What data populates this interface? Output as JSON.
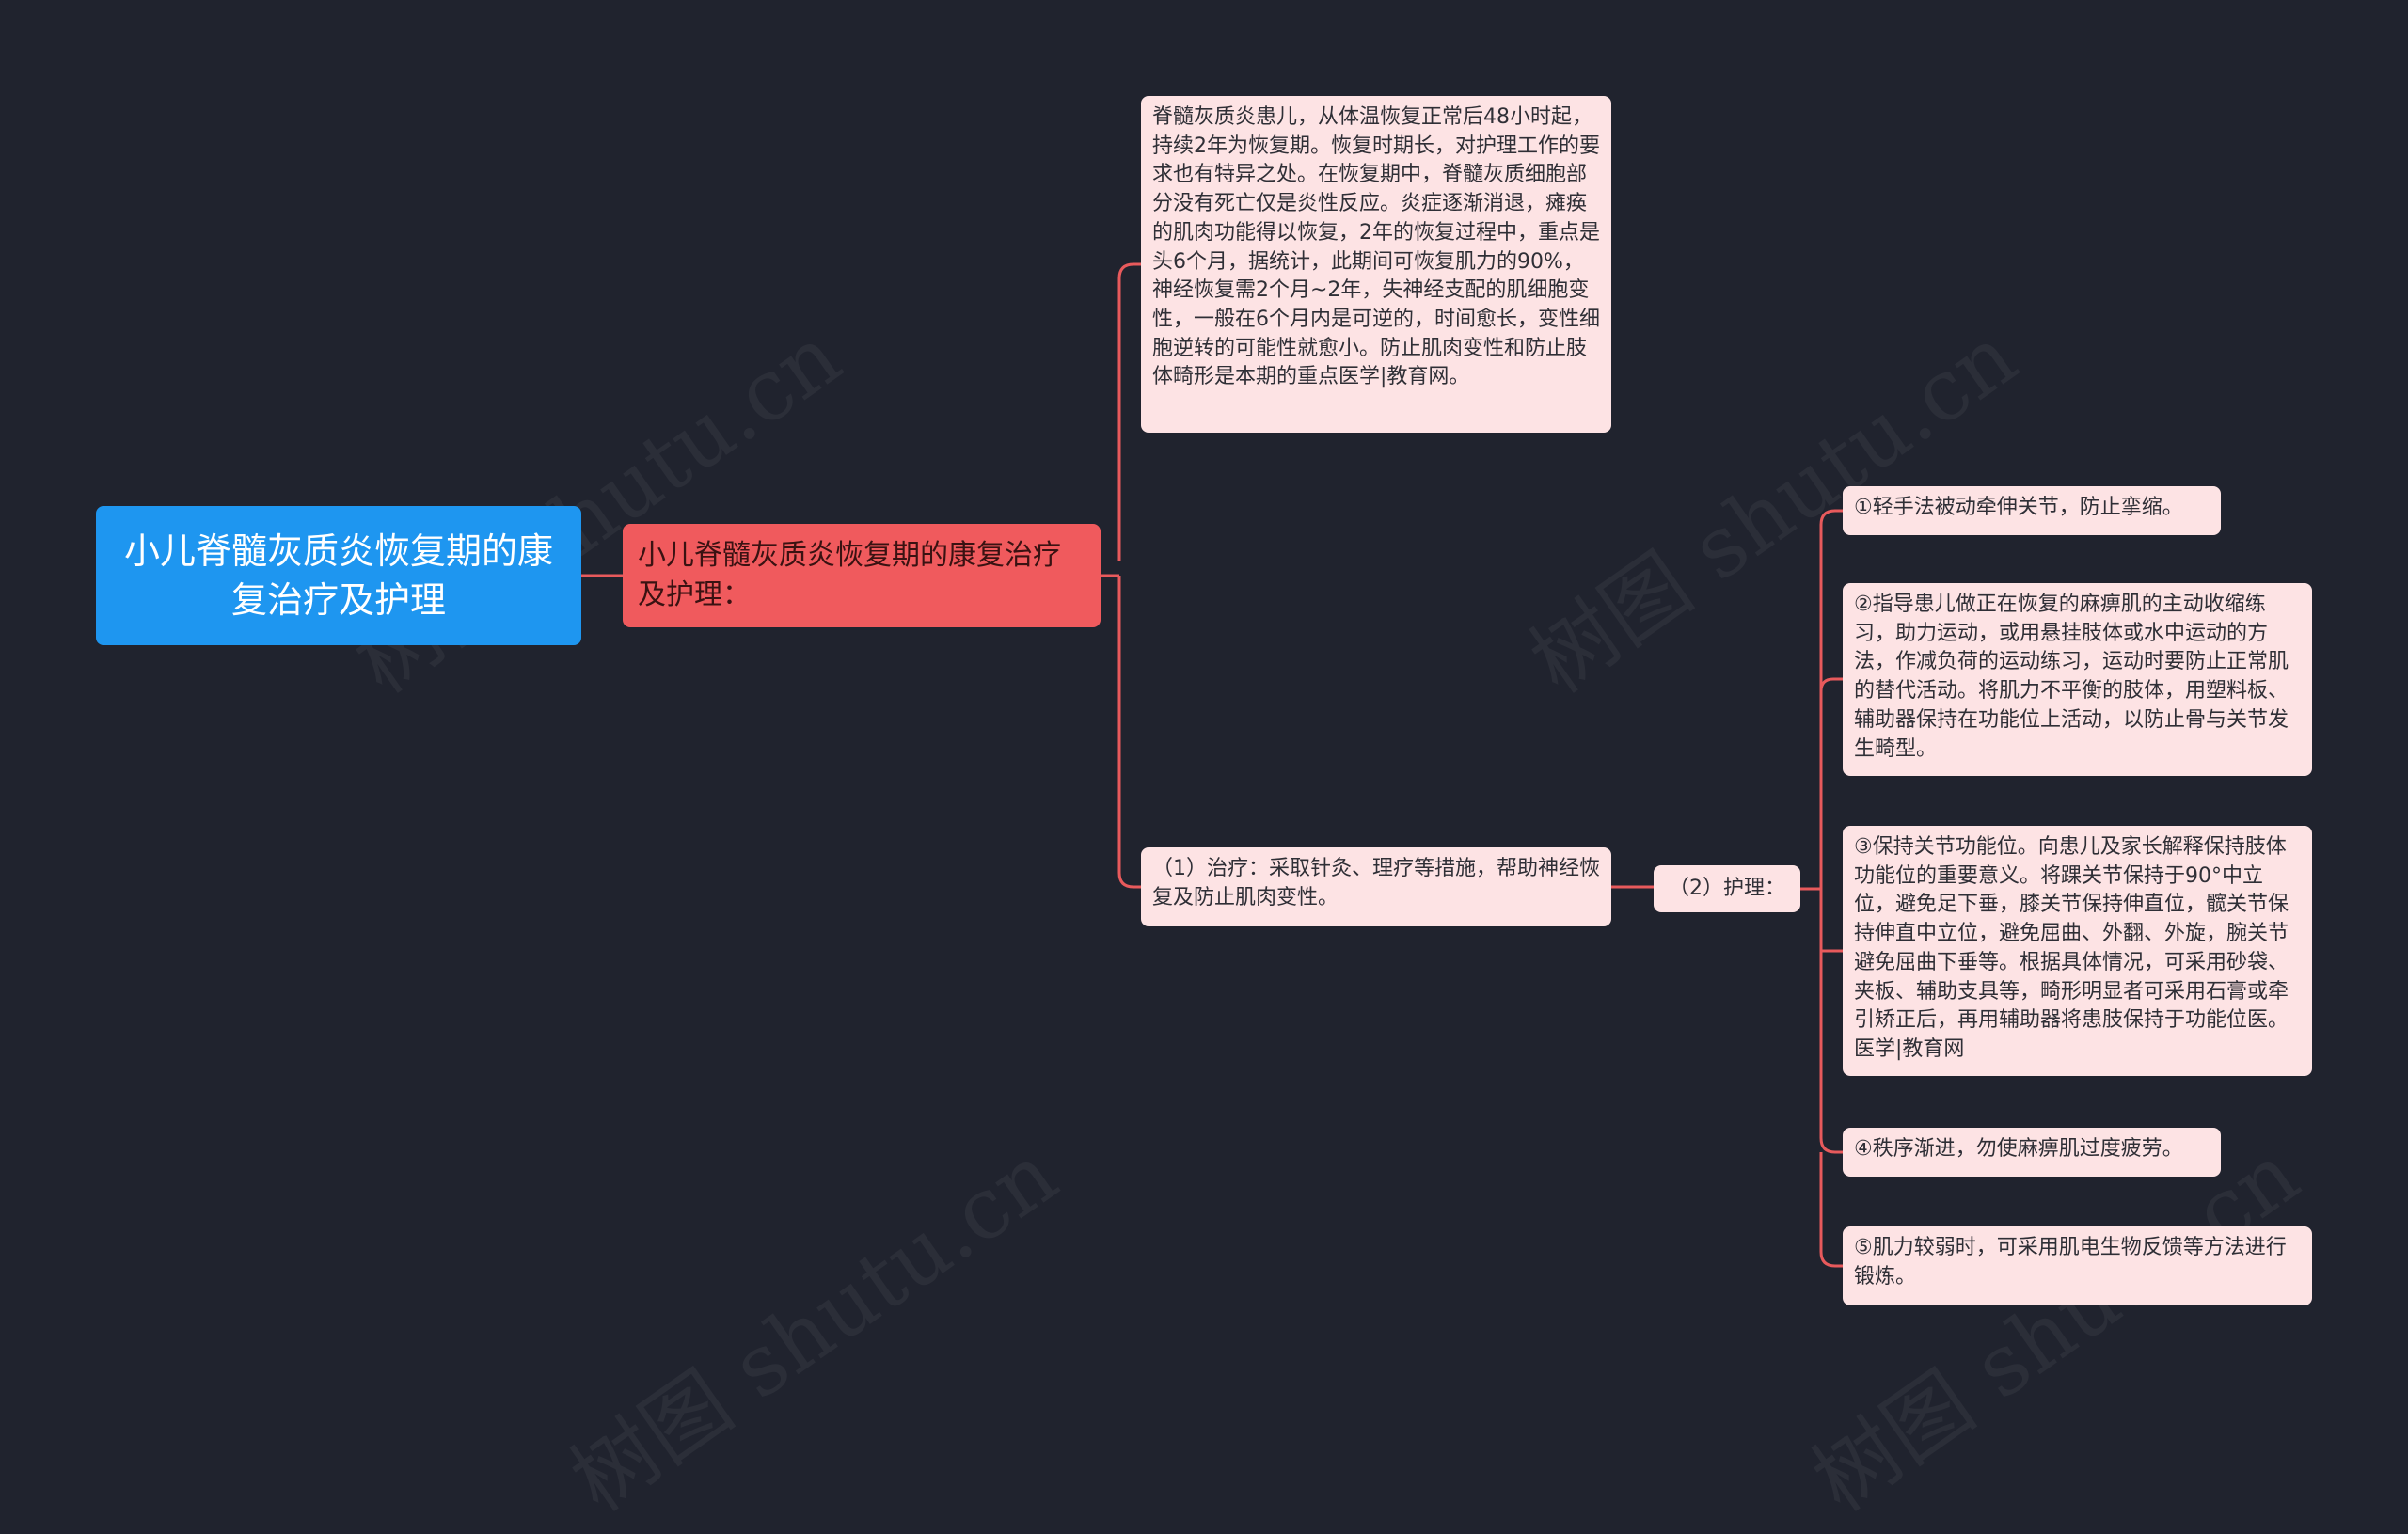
{
  "colors": {
    "background": "#20232e",
    "root": "#1e96f0",
    "main": "#f05a5d",
    "leaf": "#fde3e4",
    "connector": "#e85a5c"
  },
  "watermark": "树图 shutu.cn",
  "root": {
    "text": "小儿脊髓灰质炎恢复期的康复治疗及护理"
  },
  "main": {
    "text": "小儿脊髓灰质炎恢复期的康复治疗及护理："
  },
  "intro": {
    "text": "脊髓灰质炎患儿，从体温恢复正常后48小时起，持续2年为恢复期。恢复时期长，对护理工作的要求也有特异之处。在恢复期中，脊髓灰质细胞部分没有死亡仅是炎性反应。炎症逐渐消退，瘫痪的肌肉功能得以恢复，2年的恢复过程中，重点是头6个月，据统计，此期间可恢复肌力的90%，神经恢复需2个月~2年，失神经支配的肌细胞变性，一般在6个月内是可逆的，时间愈长，变性细胞逆转的可能性就愈小。防止肌肉变性和防止肢体畸形是本期的重点医学|教育网。"
  },
  "treatment": {
    "text": "（1）治疗：采取针灸、理疗等措施，帮助神经恢复及防止肌肉变性。"
  },
  "care": {
    "label": "（2）护理：",
    "items": [
      "①轻手法被动牵伸关节，防止挛缩。",
      "②指导患儿做正在恢复的麻痹肌的主动收缩练习，助力运动，或用悬挂肢体或水中运动的方法，作减负荷的运动练习，运动时要防止正常肌的替代活动。将肌力不平衡的肢体，用塑料板、辅助器保持在功能位上活动，以防止骨与关节发生畸型。",
      "③保持关节功能位。向患儿及家长解释保持肢体功能位的重要意义。将踝关节保持于90°中立位，避免足下垂，膝关节保持伸直位，髋关节保持伸直中立位，避免屈曲、外翻、外旋，腕关节避免屈曲下垂等。根据具体情况，可采用砂袋、夹板、辅助支具等，畸形明显者可采用石膏或牵引矫正后，再用辅助器将患肢保持于功能位医。医学|教育网",
      "④秩序渐进，勿使麻痹肌过度疲劳。",
      "⑤肌力较弱时，可采用肌电生物反馈等方法进行锻炼。"
    ]
  }
}
